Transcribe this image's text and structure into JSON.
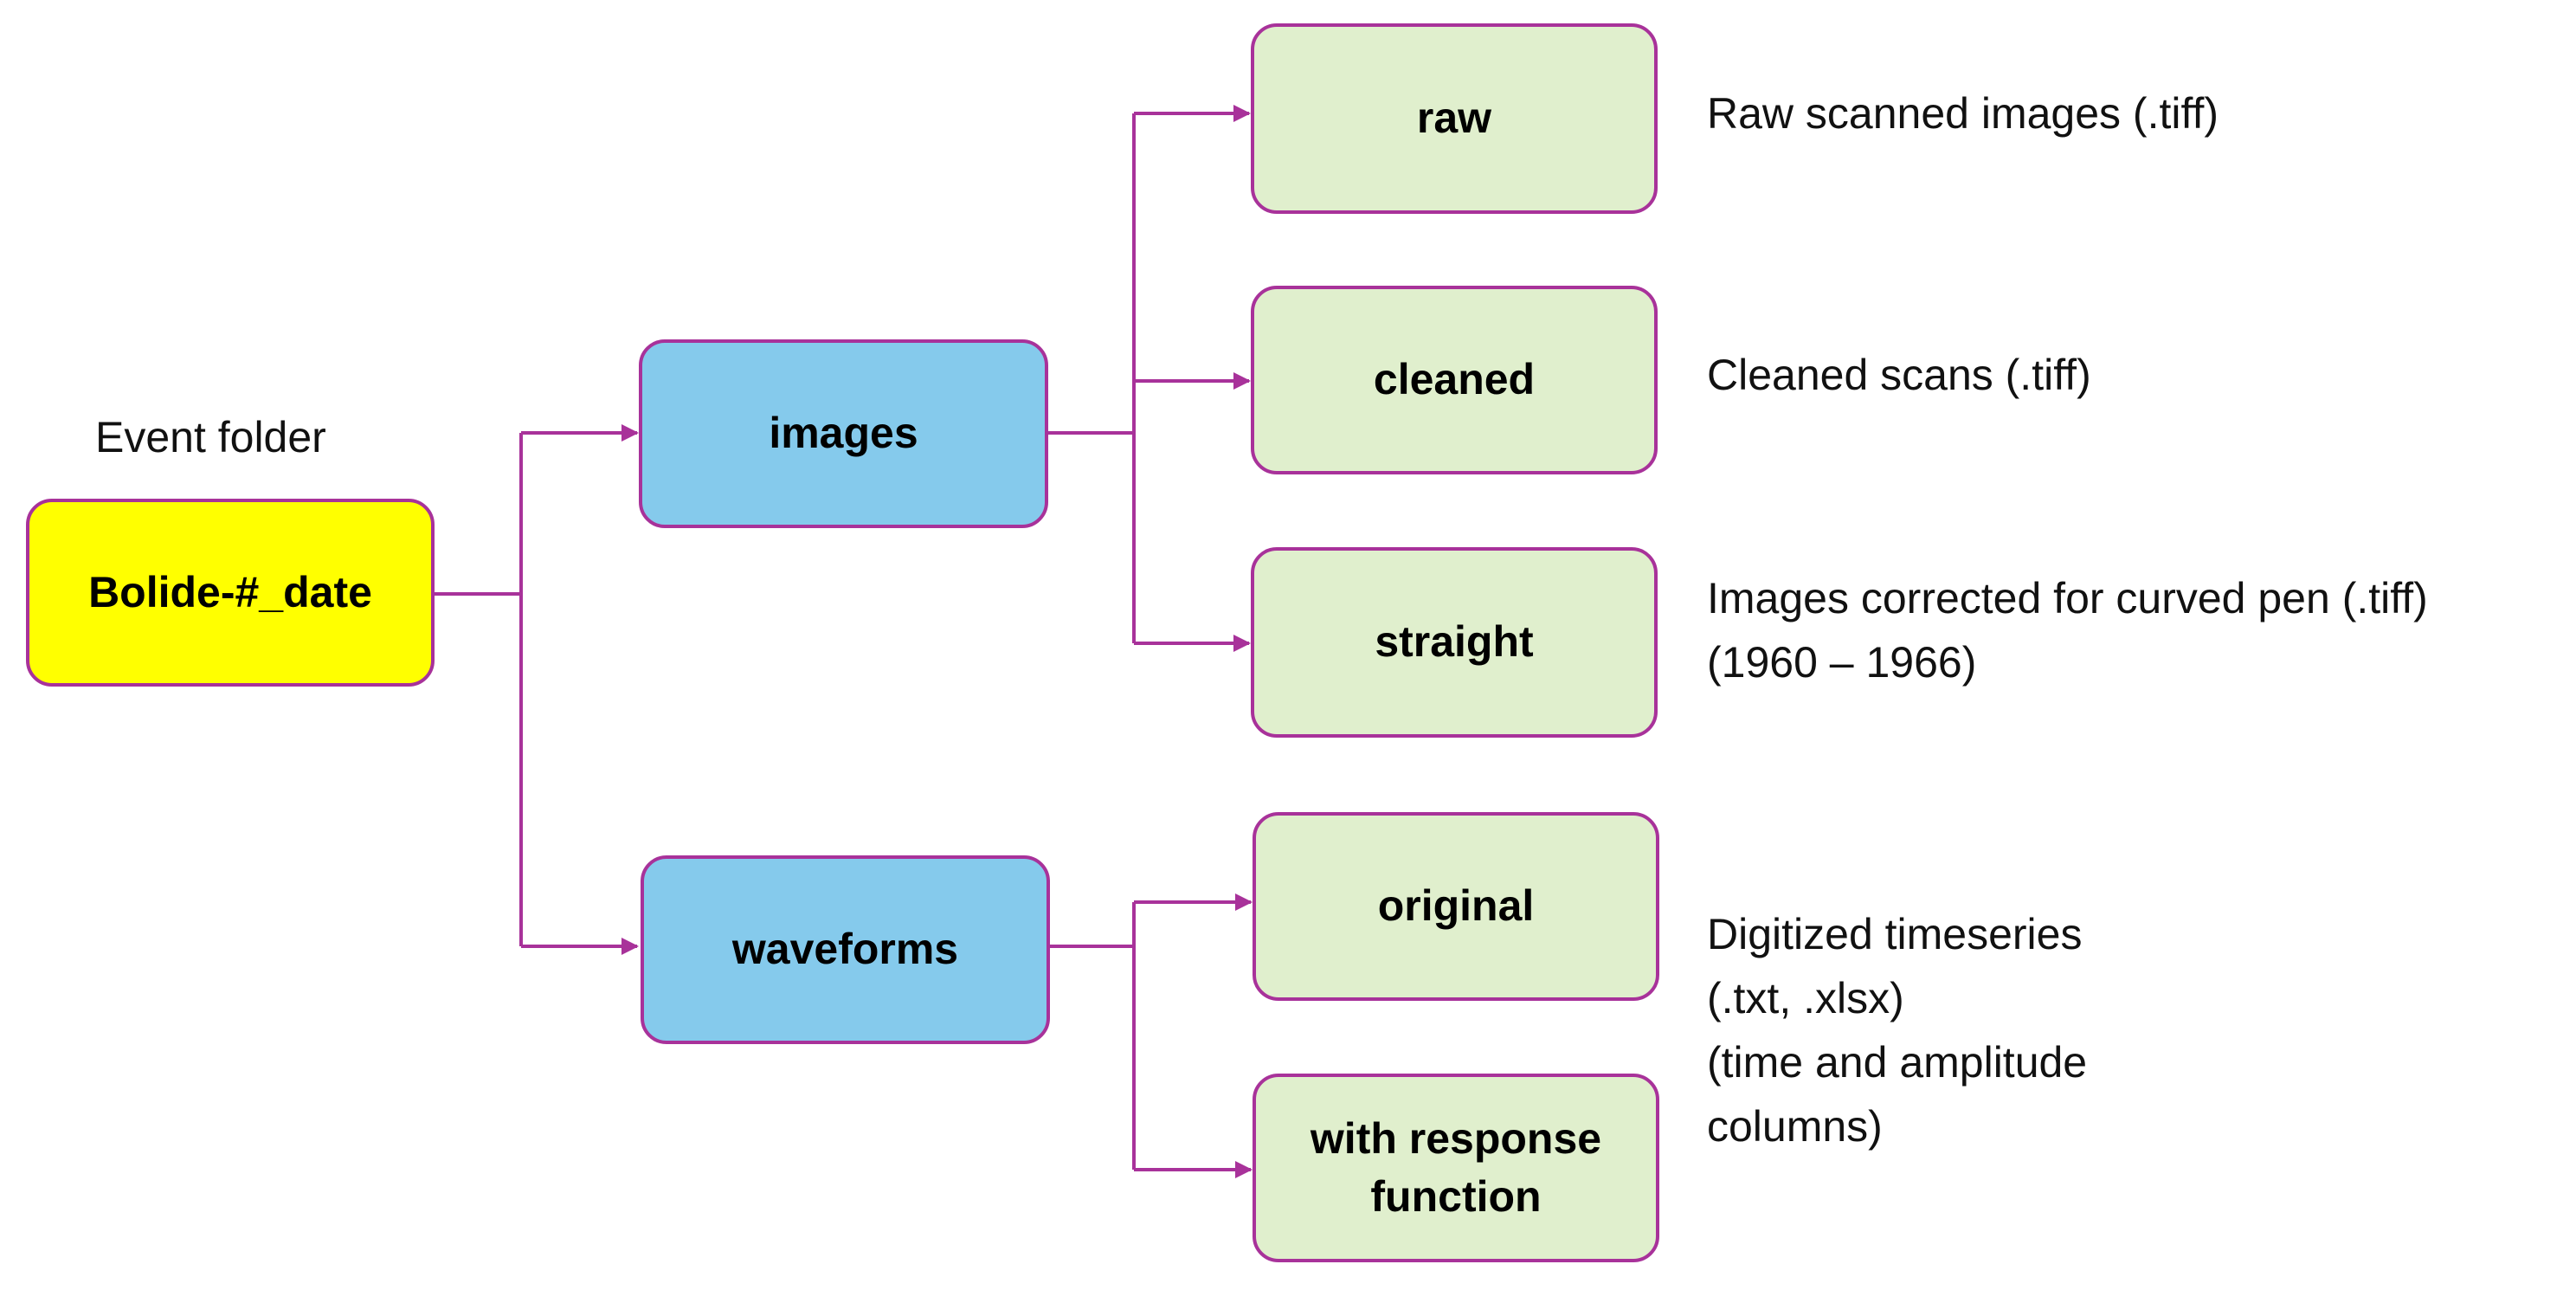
{
  "root_caption": "Event folder",
  "root": {
    "label": "Bolide-#_date"
  },
  "folders": {
    "images": "images",
    "waveforms": "waveforms"
  },
  "subfolders": {
    "raw": "raw",
    "cleaned": "cleaned",
    "straight": "straight",
    "original": "original",
    "response_line1": "with response",
    "response_line2": "function"
  },
  "descriptions": {
    "raw": "Raw scanned images (.tiff)",
    "cleaned": "Cleaned scans (.tiff)",
    "straight_line1": "Images corrected for curved pen (.tiff)",
    "straight_line2": "(1960 – 1966)",
    "digitized_line1": "Digitized timeseries",
    "digitized_line2": "(.txt, .xlsx)",
    "digitized_line3": "(time and amplitude",
    "digitized_line4": "columns)"
  },
  "colors": {
    "connector": "#a8329a",
    "root_fill": "#ffff00",
    "folder_fill": "#85caec",
    "subfolder_fill": "#e0efcd"
  }
}
